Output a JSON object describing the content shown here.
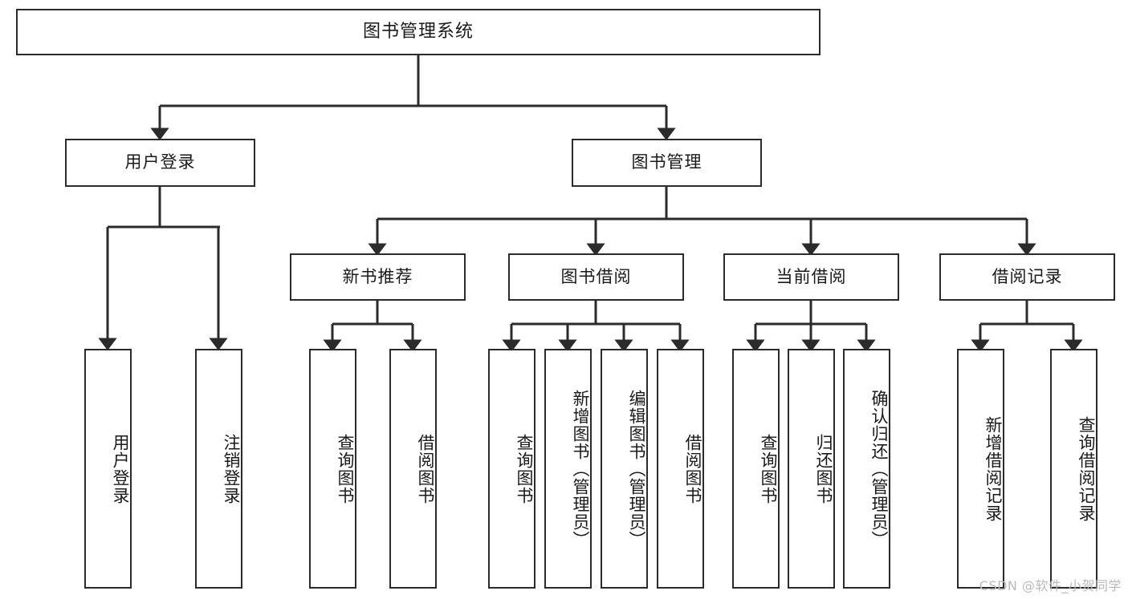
{
  "diagram": {
    "type": "tree",
    "title": "图书管理系统",
    "watermark": "CSDN @软件_小贺同学",
    "colors": {
      "box_border": "#2b2b2b",
      "box_fill": "#ffffff",
      "connector": "#2b2b2b",
      "text": "#1a1a1a",
      "watermark": "#b9b9b9"
    },
    "root": {
      "id": "root",
      "label": "图书管理系统"
    },
    "level2": [
      {
        "id": "user-login",
        "label": "用户登录"
      },
      {
        "id": "book-management",
        "label": "图书管理"
      }
    ],
    "level3": [
      {
        "id": "new-book-recommend",
        "label": "新书推荐",
        "parent": "book-management"
      },
      {
        "id": "book-borrow",
        "label": "图书借阅",
        "parent": "book-management"
      },
      {
        "id": "current-borrow",
        "label": "当前借阅",
        "parent": "book-management"
      },
      {
        "id": "borrow-record",
        "label": "借阅记录",
        "parent": "book-management"
      }
    ],
    "leaves": [
      {
        "id": "leaf-user-login",
        "label": "用户登录",
        "parent": "user-login"
      },
      {
        "id": "leaf-user-logout",
        "label": "注销登录",
        "parent": "user-login"
      },
      {
        "id": "leaf-recommend-query-book",
        "label": "查询图书",
        "parent": "new-book-recommend"
      },
      {
        "id": "leaf-recommend-borrow-book",
        "label": "借阅图书",
        "parent": "new-book-recommend"
      },
      {
        "id": "leaf-borrow-query-book",
        "label": "查询图书",
        "parent": "book-borrow"
      },
      {
        "id": "leaf-borrow-add-book",
        "label": "新增图书（管理员）",
        "parent": "book-borrow"
      },
      {
        "id": "leaf-borrow-edit-book",
        "label": "编辑图书（管理员）",
        "parent": "book-borrow"
      },
      {
        "id": "leaf-borrow-borrow-book",
        "label": "借阅图书",
        "parent": "book-borrow"
      },
      {
        "id": "leaf-current-query-book",
        "label": "查询图书",
        "parent": "current-borrow"
      },
      {
        "id": "leaf-current-return-book",
        "label": "归还图书",
        "parent": "current-borrow"
      },
      {
        "id": "leaf-current-confirm-return",
        "label": "确认归还（管理员）",
        "parent": "current-borrow"
      },
      {
        "id": "leaf-record-add",
        "label": "新增借阅记录",
        "parent": "borrow-record"
      },
      {
        "id": "leaf-record-query",
        "label": "查询借阅记录",
        "parent": "borrow-record"
      }
    ]
  }
}
